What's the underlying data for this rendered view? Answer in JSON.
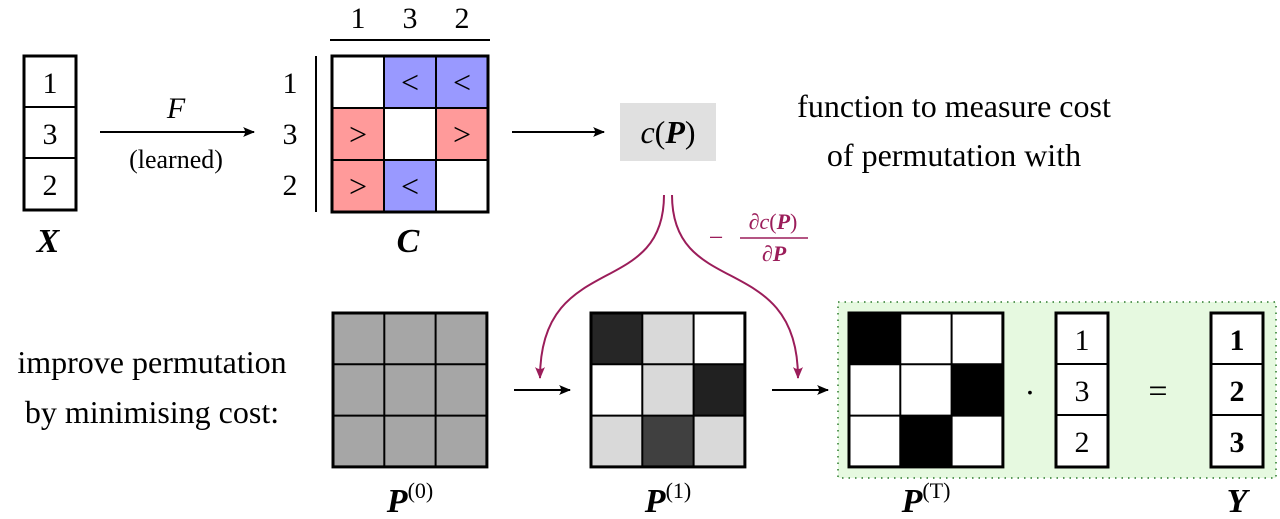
{
  "x_vector": {
    "values": [
      "1",
      "3",
      "2"
    ],
    "label": "X"
  },
  "learned_fn": {
    "name": "F",
    "note": "(learned)"
  },
  "cost_matrix": {
    "label": "C",
    "col_headers": [
      "1",
      "3",
      "2"
    ],
    "row_headers": [
      "1",
      "3",
      "2"
    ],
    "cells": [
      [
        "",
        "<",
        "<"
      ],
      [
        ">",
        "",
        ">"
      ],
      [
        ">",
        "<",
        ""
      ]
    ],
    "colors": {
      "less": "#9999ff",
      "greater": "#ff9a9a",
      "empty": "#ffffff"
    }
  },
  "cost_fn": {
    "label": "c(P)",
    "background": "#e0e0e0"
  },
  "cost_description": {
    "line1": "function to measure cost",
    "line2": "of permutation with"
  },
  "gradient": {
    "numerator": "∂c(P)",
    "denominator": "∂P",
    "sign": "−",
    "color": "#9b1d5a"
  },
  "improve_text": {
    "line1": "improve permutation",
    "line2": "by minimising cost:"
  },
  "p0": {
    "label": "P",
    "superscript": "(0)",
    "levels": [
      [
        0.65,
        0.65,
        0.65
      ],
      [
        0.65,
        0.65,
        0.65
      ],
      [
        0.65,
        0.65,
        0.65
      ]
    ]
  },
  "p1": {
    "label": "P",
    "superscript": "(1)",
    "levels": [
      [
        0.15,
        0.85,
        1.0
      ],
      [
        1.0,
        0.85,
        0.13
      ],
      [
        0.85,
        0.25,
        0.85
      ]
    ]
  },
  "pT": {
    "label": "P",
    "superscript": "(T)",
    "levels": [
      [
        0,
        1,
        1
      ],
      [
        1,
        1,
        0
      ],
      [
        1,
        0,
        1
      ]
    ],
    "highlight_bg": "#e6f9e0"
  },
  "operators": {
    "dot": "·",
    "equals": "="
  },
  "input_vector": {
    "values": [
      "1",
      "3",
      "2"
    ]
  },
  "y_vector": {
    "values": [
      "1",
      "2",
      "3"
    ],
    "label": "Y"
  }
}
